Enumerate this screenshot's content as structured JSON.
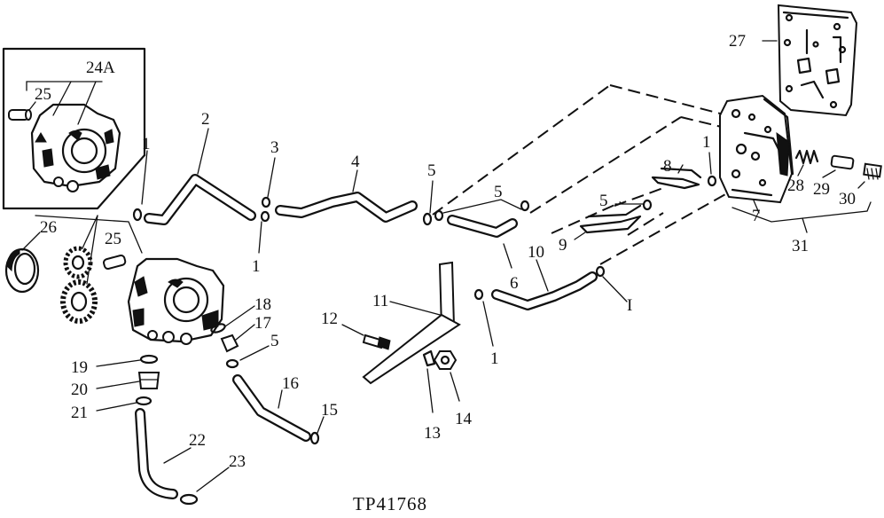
{
  "diagram": {
    "figure_id": "TP41768",
    "labels": {
      "l1a": "1",
      "l1b": "1",
      "l1c": "1",
      "l1d": "1",
      "l1e": "I",
      "l2": "2",
      "l3": "3",
      "l4": "4",
      "l5a": "5",
      "l5b": "5",
      "l5c": "5",
      "l5d": "5",
      "l6": "6",
      "l7": "7",
      "l8": "8",
      "l9": "9",
      "l10": "10",
      "l11": "11",
      "l12": "12",
      "l13": "13",
      "l14": "14",
      "l15": "15",
      "l16": "16",
      "l17": "17",
      "l18": "18",
      "l19": "19",
      "l20": "20",
      "l21": "21",
      "l22": "22",
      "l23": "23",
      "l24a": "24A",
      "l25a": "25",
      "l25b": "25",
      "l26": "26",
      "l27": "27",
      "l28": "28",
      "l29": "29",
      "l30": "30",
      "l31": "31"
    }
  }
}
